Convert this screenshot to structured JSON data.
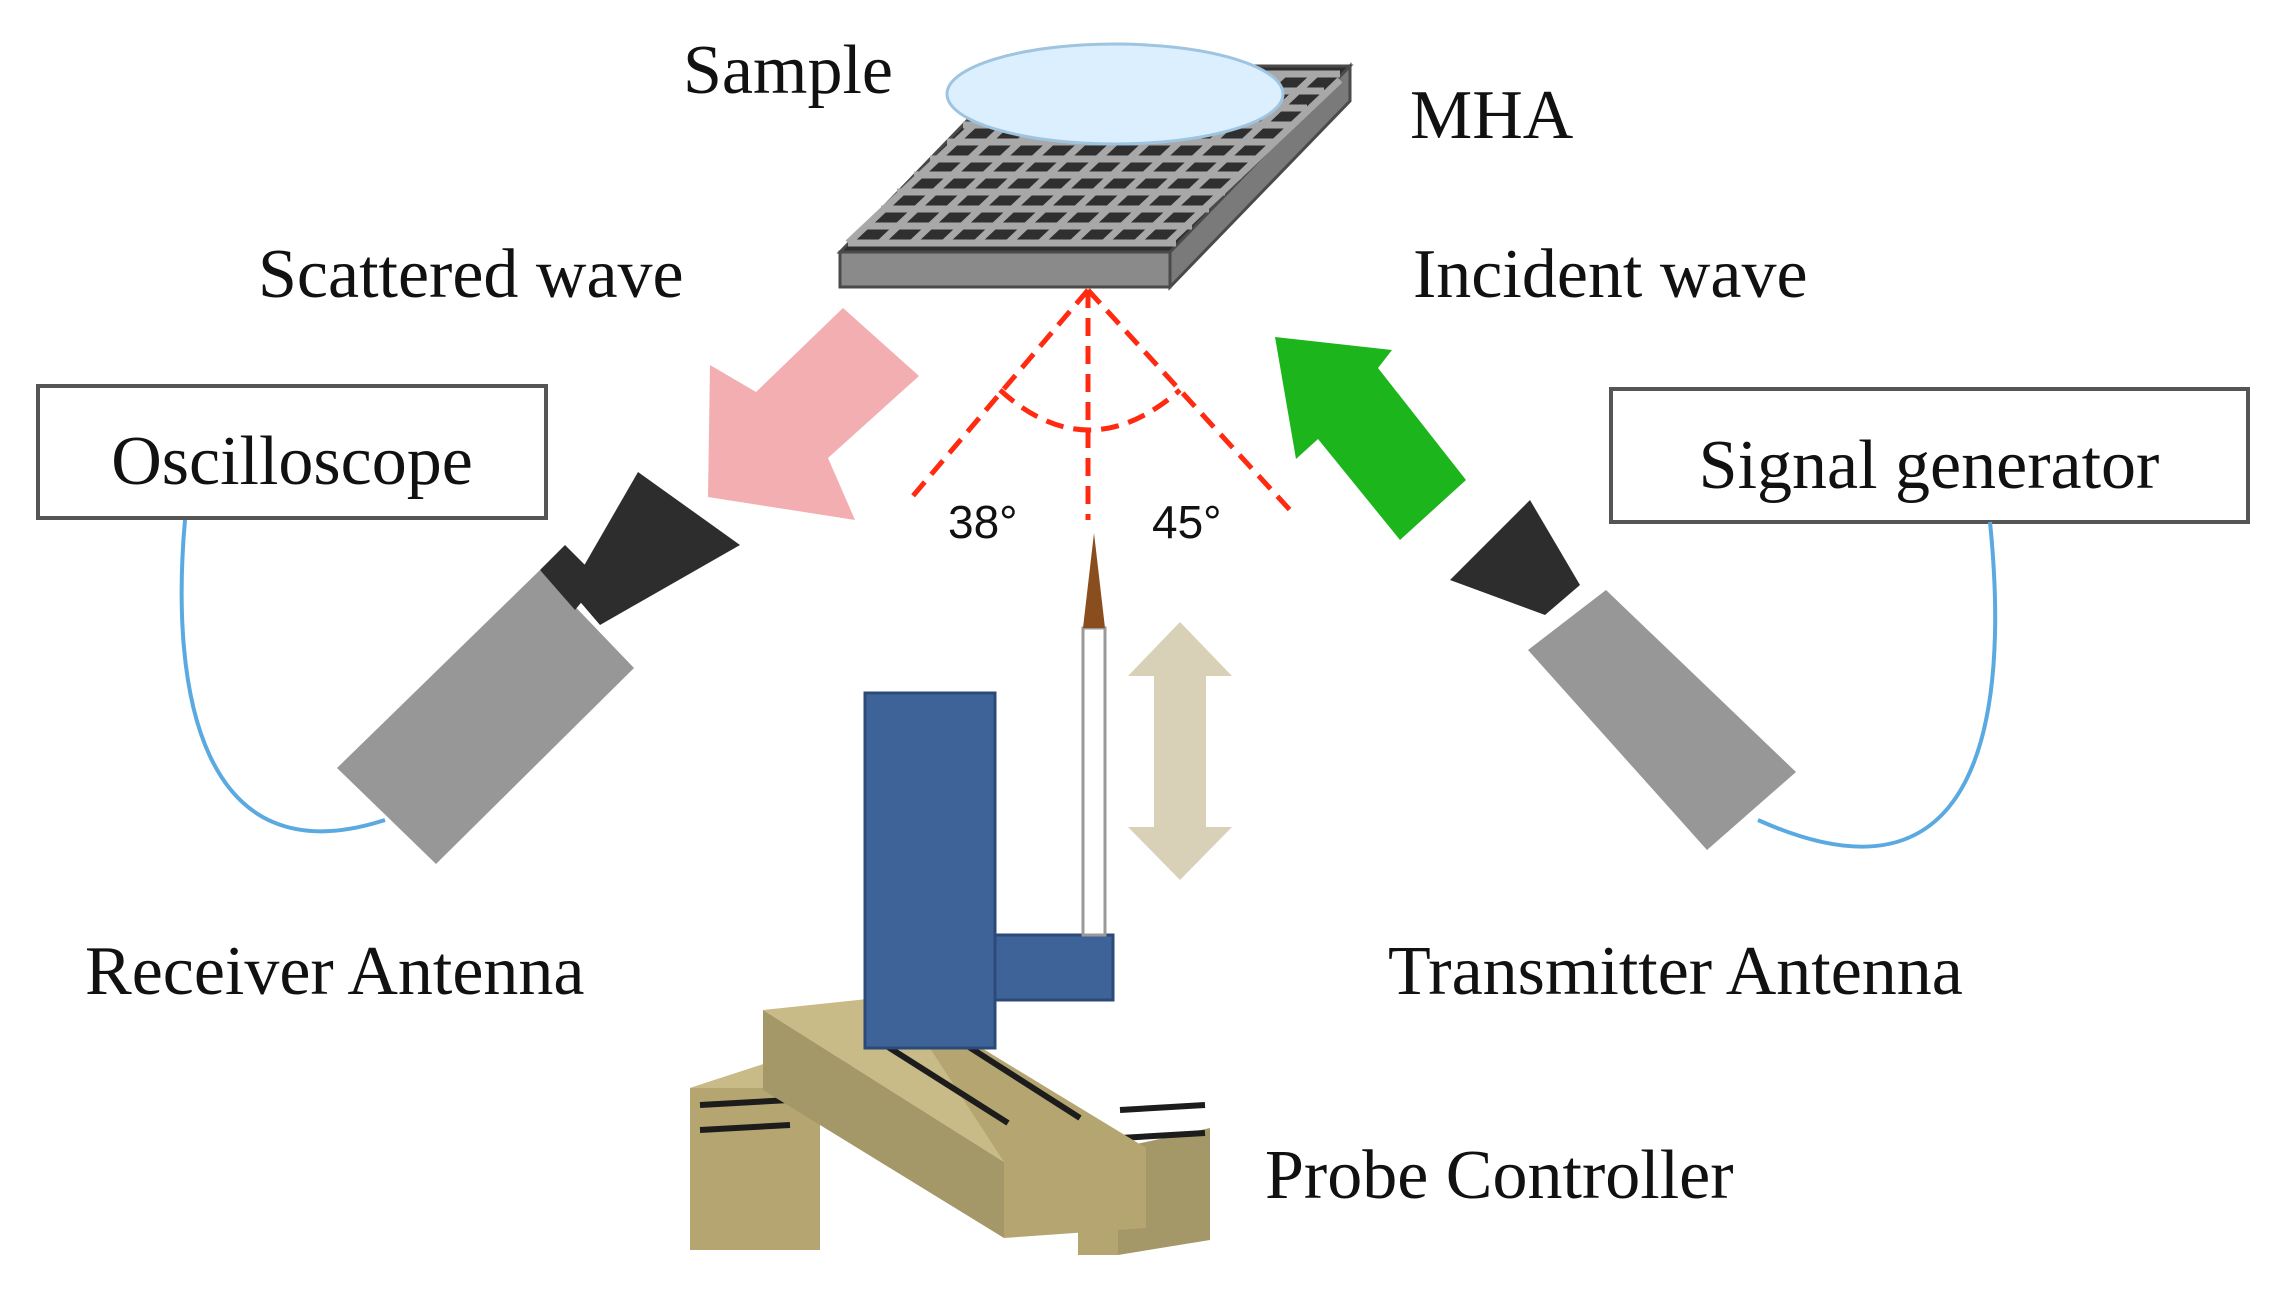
{
  "labels": {
    "sample": "Sample",
    "mha": "MHA",
    "scattered_wave": "Scattered wave",
    "incident_wave": "Incident wave",
    "oscilloscope": "Oscilloscope",
    "signal_generator": "Signal generator",
    "angle_left": "38°",
    "angle_right": "45°",
    "receiver_antenna": "Receiver Antenna",
    "transmitter_antenna": "Transmitter Antenna",
    "probe_controller": "Probe Controller"
  },
  "colors": {
    "scattered_arrow": "#f2aeb0",
    "incident_arrow": "#1cb51c",
    "angle_lines": "#ff2a10",
    "cable": "#5aa9e0",
    "antenna_body": "#979797",
    "horn": "#2d2d2d",
    "probe_stage": "#b5a671",
    "probe_column": "#3d6398",
    "motion_arrow": "#d9d0b8",
    "mha_plate": "#9a9a9a",
    "sample_disc": "#dcefff"
  }
}
